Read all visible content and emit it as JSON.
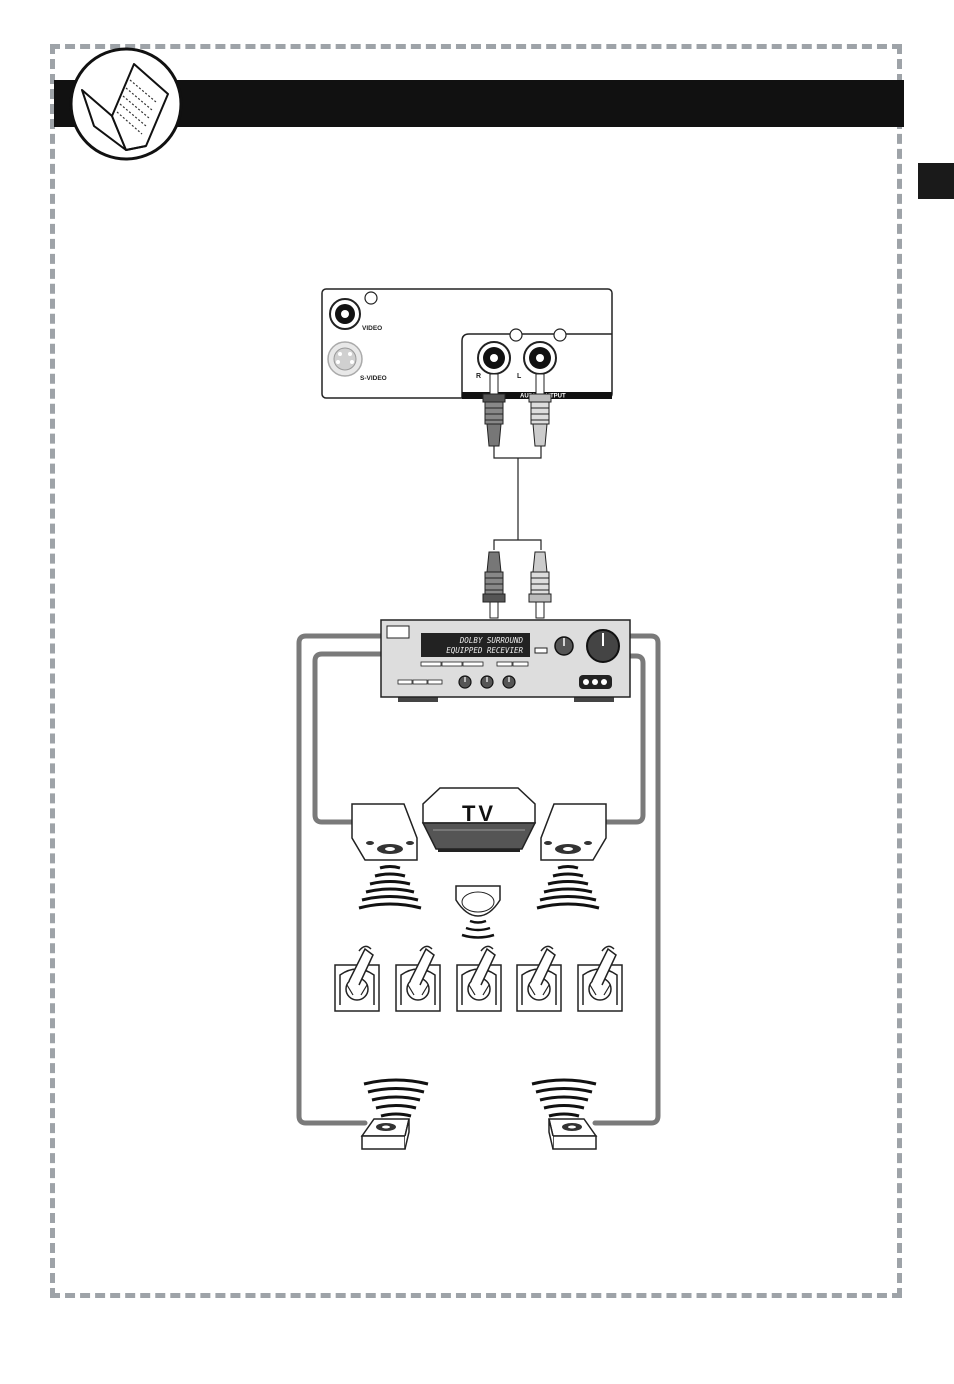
{
  "dvd_panel": {
    "video_label": "VIDEO",
    "svideo_label": "S-VIDEO",
    "right_label": "R",
    "left_label": "L",
    "audio_output_label": "AUDIO OUTPUT"
  },
  "receiver": {
    "display_line1": "DOLBY SURROUND",
    "display_line2": "EQUIPPED RECEVIER"
  },
  "tv": {
    "label": "TV"
  },
  "icons": {
    "book": "open-book-icon",
    "tab": "section-tab-marker"
  },
  "colors": {
    "frame_dash": "#9ea3a8",
    "header_bar": "#111111",
    "cable": "#7a7a7a"
  }
}
